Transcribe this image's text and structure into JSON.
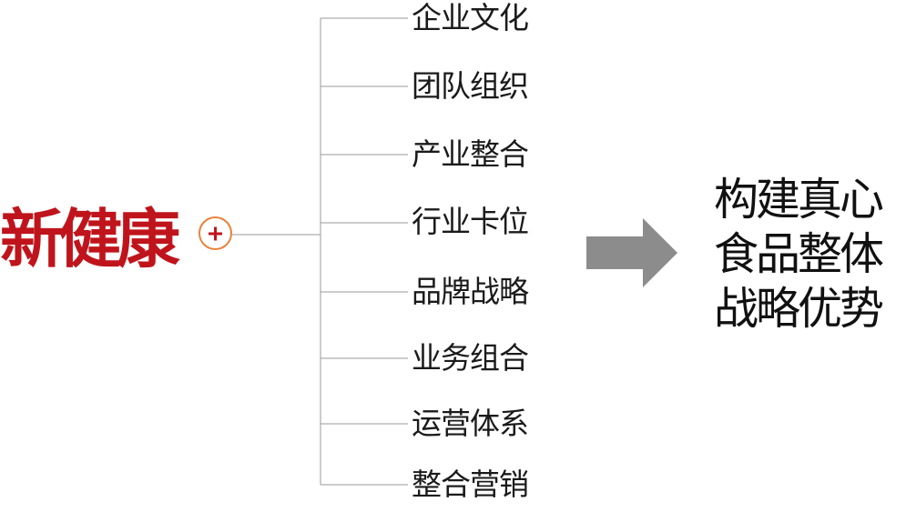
{
  "brand": {
    "name": "新健康",
    "badge_icon": "plus-circle-icon",
    "name_color": "#c0141c",
    "badge_color": "#e8823a"
  },
  "branches": [
    "企业文化",
    "团队组织",
    "产业整合",
    "行业卡位",
    "品牌战略",
    "业务组合",
    "运营体系",
    "整合营销"
  ],
  "arrow": {
    "icon": "right-arrow-icon",
    "color": "#8c8c8c"
  },
  "result": {
    "lines": [
      "构建真心",
      "食品整体",
      "战略优势"
    ]
  },
  "line_color": "#9a9a9a"
}
